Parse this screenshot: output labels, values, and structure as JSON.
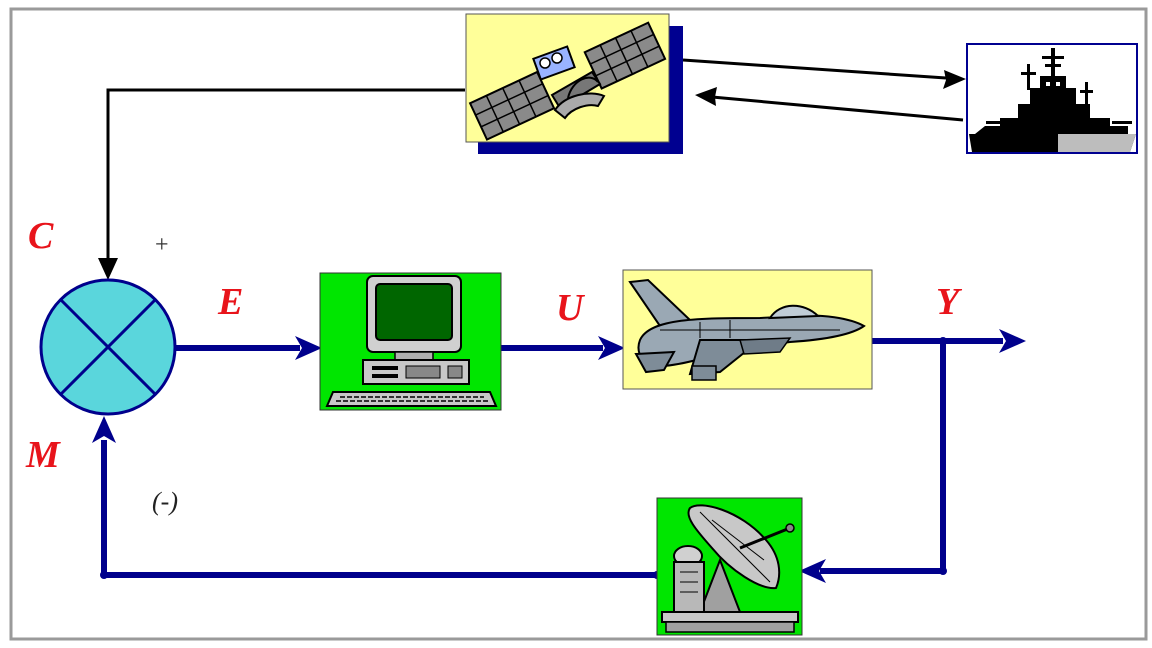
{
  "labels": {
    "reference": "C",
    "error": "E",
    "control": "U",
    "output": "Y",
    "measurement": "M",
    "plus_sign": "+",
    "minus_sign": "(-)"
  },
  "colors": {
    "signal_line": "#00008c",
    "label": "#e8141b",
    "summing_junction": "#5ad6dc",
    "controller_bg": "#00e600",
    "plant_bg": "#ffff99",
    "satellite_bg": "#ffff99",
    "ship_bg": "#ffffff",
    "sensor_bg": "#00e600",
    "frame": "#9a9a9a"
  },
  "blocks": {
    "satellite": "satellite-icon",
    "ship": "ship-icon",
    "controller": "computer-icon",
    "plant": "jet-fighter-icon",
    "sensor": "radar-dish-icon"
  }
}
